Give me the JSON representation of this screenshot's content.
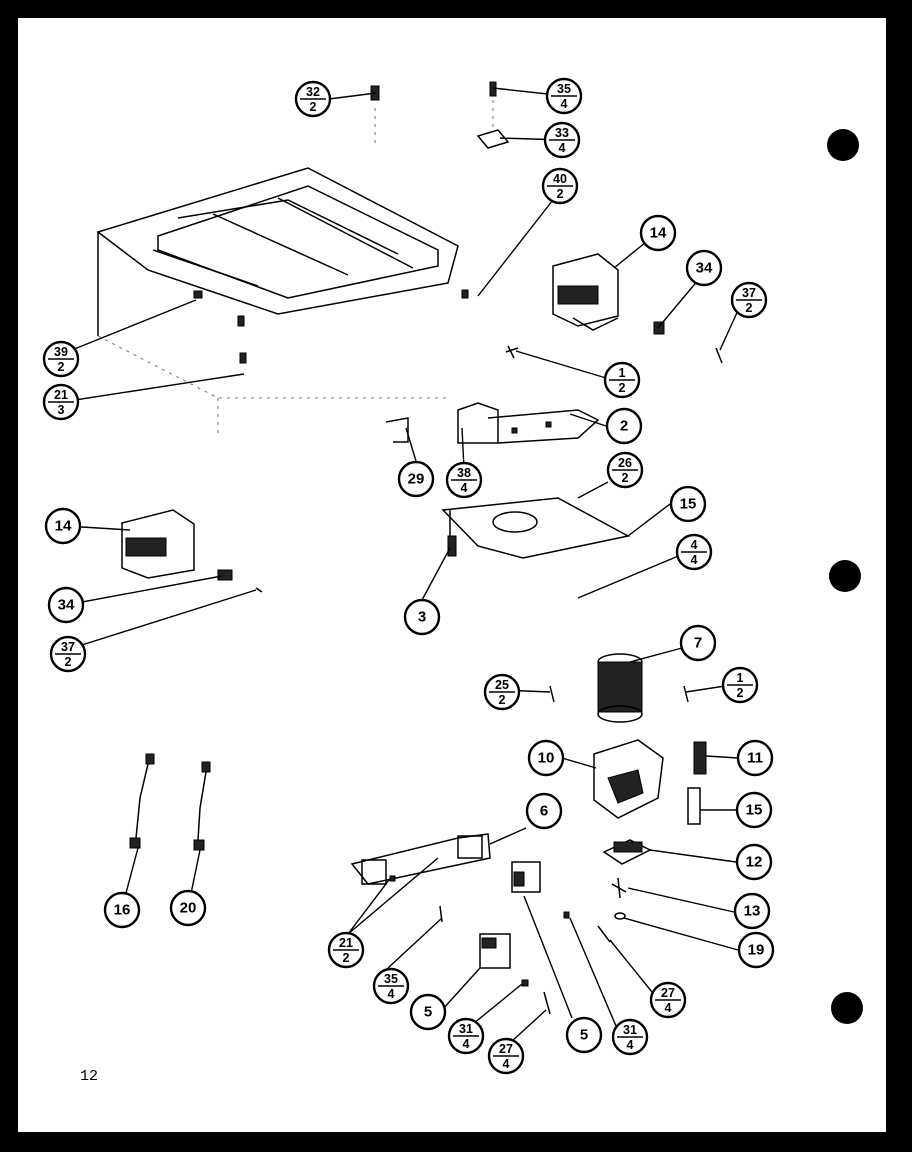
{
  "page": {
    "page_number": "12"
  },
  "callouts": {
    "c32_2": {
      "num": "32",
      "qty": "2"
    },
    "c35_4a": {
      "num": "35",
      "qty": "4"
    },
    "c33_4": {
      "num": "33",
      "qty": "4"
    },
    "c40_2": {
      "num": "40",
      "qty": "2"
    },
    "c14a": {
      "num": "14"
    },
    "c34a": {
      "num": "34"
    },
    "c37_2a": {
      "num": "37",
      "qty": "2"
    },
    "c39_2": {
      "num": "39",
      "qty": "2"
    },
    "c21_3": {
      "num": "21",
      "qty": "3"
    },
    "c1_2a": {
      "num": "1",
      "qty": "2"
    },
    "c2": {
      "num": "2"
    },
    "c29": {
      "num": "29"
    },
    "c38_4": {
      "num": "38",
      "qty": "4"
    },
    "c26_2": {
      "num": "26",
      "qty": "2"
    },
    "c14b": {
      "num": "14"
    },
    "c15a": {
      "num": "15"
    },
    "c4_4": {
      "num": "4",
      "qty": "4"
    },
    "c34b": {
      "num": "34"
    },
    "c3": {
      "num": "3"
    },
    "c37_2b": {
      "num": "37",
      "qty": "2"
    },
    "c7": {
      "num": "7"
    },
    "c25_2": {
      "num": "25",
      "qty": "2"
    },
    "c1_2b": {
      "num": "1",
      "qty": "2"
    },
    "c10": {
      "num": "10"
    },
    "c11": {
      "num": "11"
    },
    "c15b": {
      "num": "15"
    },
    "c6": {
      "num": "6"
    },
    "c12": {
      "num": "12"
    },
    "c16": {
      "num": "16"
    },
    "c20": {
      "num": "20"
    },
    "c13": {
      "num": "13"
    },
    "c19": {
      "num": "19"
    },
    "c21_2": {
      "num": "21",
      "qty": "2"
    },
    "c35_4b": {
      "num": "35",
      "qty": "4"
    },
    "c27_4a": {
      "num": "27",
      "qty": "4"
    },
    "c5a": {
      "num": "5"
    },
    "c31_4a": {
      "num": "31",
      "qty": "4"
    },
    "c5b": {
      "num": "5"
    },
    "c31_4b": {
      "num": "31",
      "qty": "4"
    },
    "c27_4b": {
      "num": "27",
      "qty": "4"
    }
  }
}
